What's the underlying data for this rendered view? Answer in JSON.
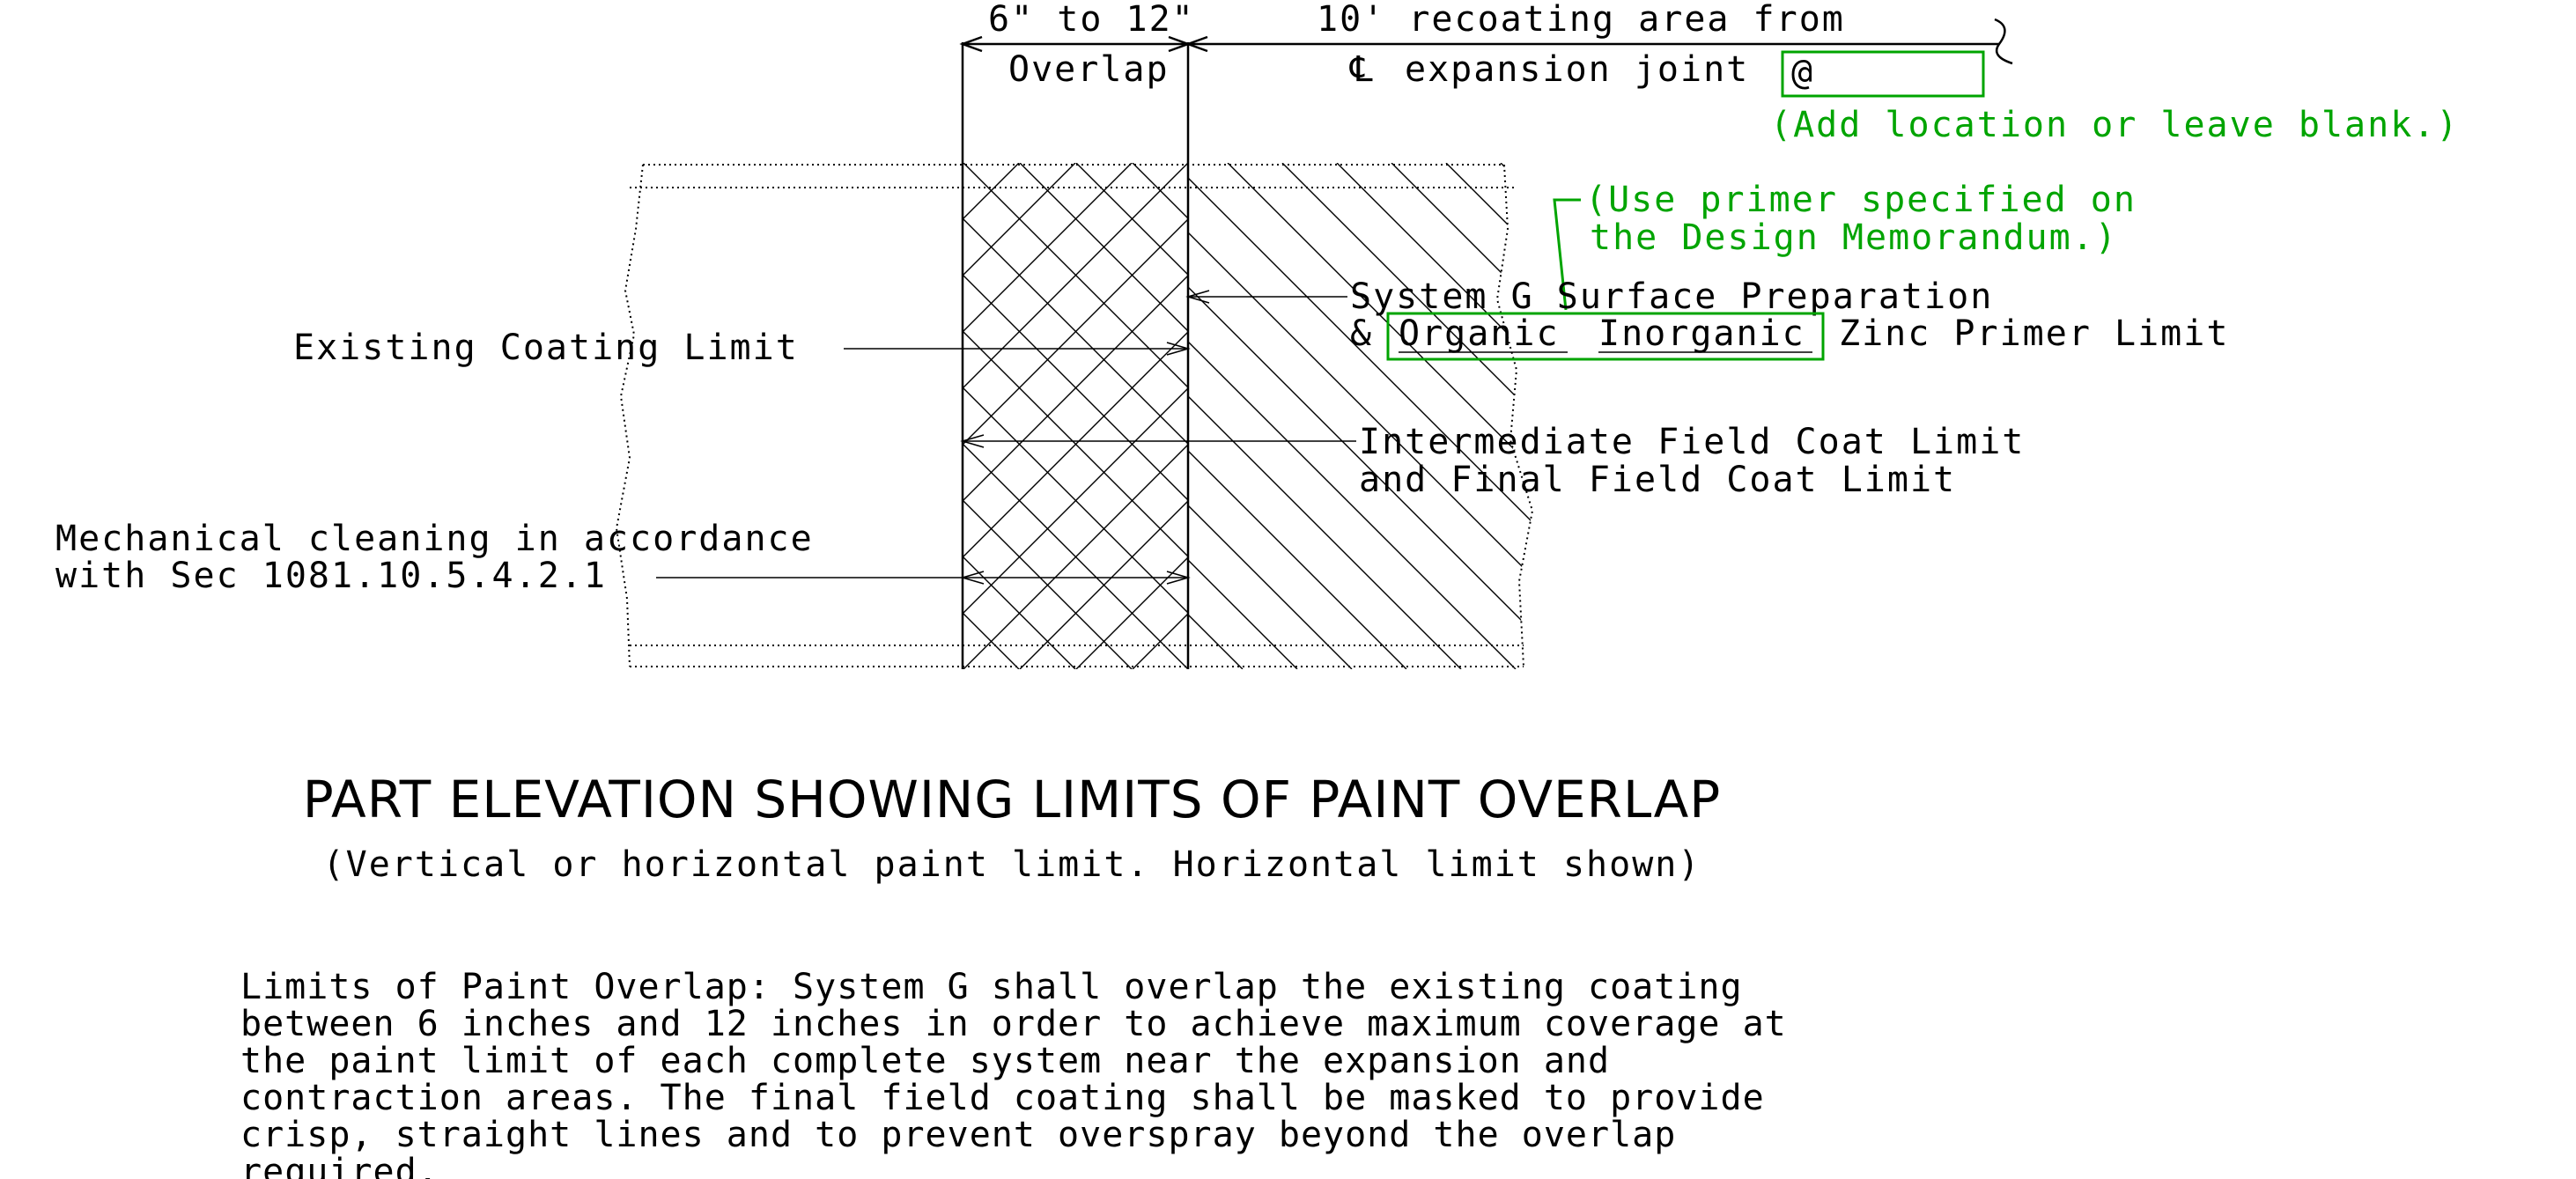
{
  "dimensions": {
    "overlap_size": "6\" to 12\"",
    "overlap_label": "Overlap",
    "recoat_line1": "10' recoating area from",
    "centerline_symbol": "℄",
    "recoat_line2": "expansion joint",
    "location_field": "@"
  },
  "editable_notes": {
    "location_hint": "(Add location or leave blank.)",
    "primer_hint_line1": "(Use primer specified on",
    "primer_hint_line2": "the Design Memorandum.)",
    "primer_option_organic": "Organic",
    "primer_option_inorganic": "Inorganic"
  },
  "callouts": {
    "surface_prep_line1": "System G Surface Preparation",
    "surface_prep_prefix": "&",
    "surface_prep_suffix": "Zinc Primer Limit",
    "existing_limit": "Existing Coating Limit",
    "intermediate_line1": "Intermediate Field Coat Limit",
    "intermediate_line2": "and Final Field Coat Limit",
    "mechanical_line1": "Mechanical cleaning in accordance",
    "mechanical_line2": "with Sec 1081.10.5.4.2.1"
  },
  "title": {
    "main": "PART ELEVATION SHOWING LIMITS OF PAINT OVERLAP",
    "subtitle": "(Vertical or horizontal paint limit.  Horizontal limit shown)"
  },
  "note_lines": [
    "Limits of Paint Overlap: System G shall overlap the existing coating",
    "between 6 inches and 12 inches in order to achieve maximum coverage at",
    "the paint limit of each complete system near the expansion and",
    "contraction areas. The final field coating shall be masked to provide",
    "crisp, straight lines and to prevent overspray beyond the overlap",
    "required."
  ],
  "colors": {
    "linework": "#000000",
    "editable_text": "#00a400",
    "background": "#ffffff"
  }
}
